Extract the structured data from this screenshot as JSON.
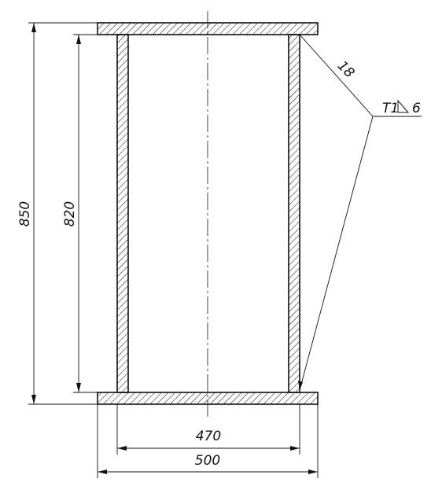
{
  "drawing": {
    "dimensions": {
      "overall_height": "850",
      "inner_height": "820",
      "inner_width": "470",
      "overall_width": "500",
      "wall_thickness": "18"
    },
    "weld_callout": {
      "prefix": "T1",
      "size": "6"
    },
    "colors": {
      "line": "#111111",
      "background": "#ffffff"
    }
  }
}
